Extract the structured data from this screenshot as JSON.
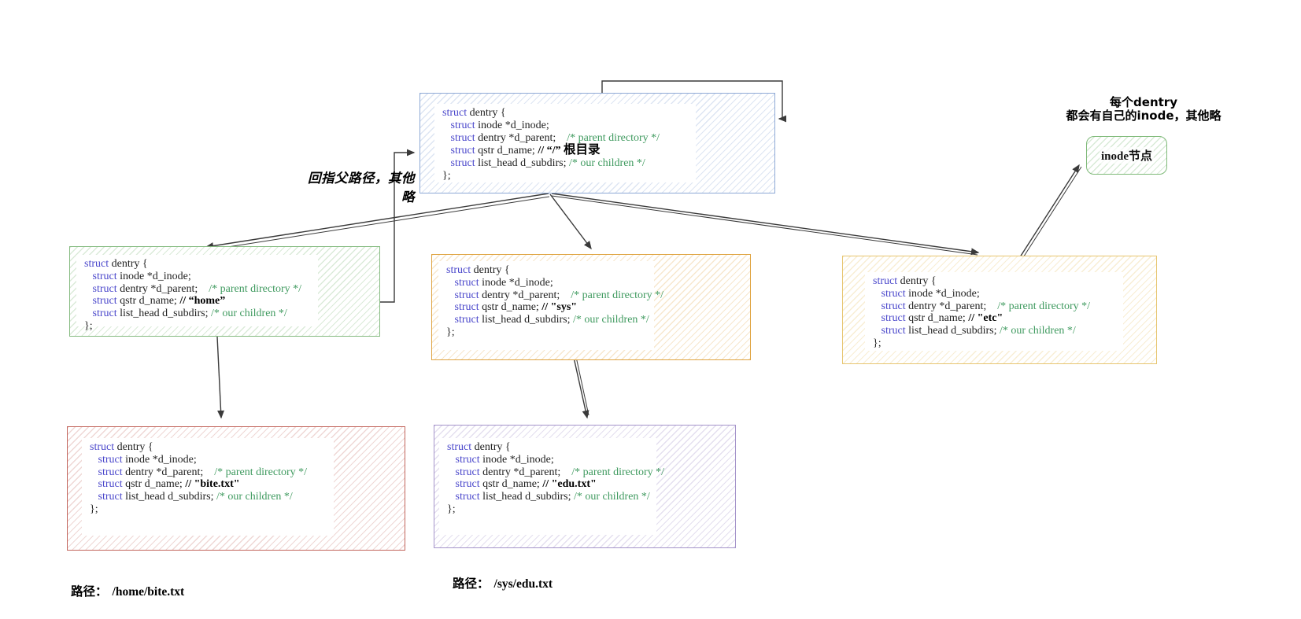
{
  "annotations": {
    "parent_back_note": "回指父路径，其他略",
    "inode_note_line1": "每个dentry",
    "inode_note_line2": "都会有自己的inode，其他略"
  },
  "inode_box": {
    "label": "inode节点"
  },
  "path_labels": [
    {
      "label": "路径：",
      "value": "/home/bite.txt"
    },
    {
      "label": "路径：",
      "value": "/sys/edu.txt"
    }
  ],
  "colors": {
    "keyword": "#4a47cb",
    "comment": "#3f9a5f",
    "plain_code": "#1f1f1f",
    "arrow": "#3a3a3a",
    "root_border": "#8ea9d6",
    "home_border": "#85bb80",
    "sys_border": "#dfa33f",
    "etc_border": "#e7c56f",
    "bite_border": "#c2655c",
    "edu_border": "#a594ca",
    "inode_border": "#7fba79"
  },
  "boxes": [
    {
      "id": "root",
      "dname_comment": "// “/” 根目录",
      "border": "#8ea9d6",
      "tint": "rgba(142,169,214,0.30)",
      "code": [
        [
          [
            "k",
            "struct"
          ],
          [
            "p",
            " dentry {"
          ]
        ],
        [
          [
            "p",
            "   "
          ],
          [
            "k",
            "struct"
          ],
          [
            "p",
            " inode *d_inode;"
          ]
        ],
        [
          [
            "p",
            "   "
          ],
          [
            "k",
            "struct"
          ],
          [
            "p",
            " dentry *d_parent;    "
          ],
          [
            "c",
            "/* parent directory */"
          ]
        ],
        [
          [
            "p",
            "   "
          ],
          [
            "k",
            "struct"
          ],
          [
            "p",
            " qstr d_name; "
          ],
          [
            "b",
            "// “/” "
          ],
          [
            "z",
            "根目录"
          ]
        ],
        [
          [
            "p",
            "   "
          ],
          [
            "k",
            "struct"
          ],
          [
            "p",
            " list_head d_subdirs; "
          ],
          [
            "c",
            "/* our children */"
          ]
        ],
        [
          [
            "p",
            "};"
          ]
        ]
      ]
    },
    {
      "id": "home",
      "dname_comment": "// “home”",
      "border": "#85bb80",
      "tint": "rgba(133,187,128,0.30)",
      "code": [
        [
          [
            "k",
            "struct"
          ],
          [
            "p",
            " dentry {"
          ]
        ],
        [
          [
            "p",
            "   "
          ],
          [
            "k",
            "struct"
          ],
          [
            "p",
            " inode *d_inode;"
          ]
        ],
        [
          [
            "p",
            "   "
          ],
          [
            "k",
            "struct"
          ],
          [
            "p",
            " dentry *d_parent;    "
          ],
          [
            "c",
            "/* parent directory */"
          ]
        ],
        [
          [
            "p",
            "   "
          ],
          [
            "k",
            "struct"
          ],
          [
            "p",
            " qstr d_name; "
          ],
          [
            "b",
            "// “home”"
          ]
        ],
        [
          [
            "p",
            "   "
          ],
          [
            "k",
            "struct"
          ],
          [
            "p",
            " list_head d_subdirs; "
          ],
          [
            "c",
            "/* our children */"
          ]
        ],
        [
          [
            "p",
            "};"
          ]
        ]
      ]
    },
    {
      "id": "sys",
      "dname_comment": "// \"sys\"",
      "border": "#dfa33f",
      "tint": "rgba(223,163,63,0.26)",
      "code": [
        [
          [
            "k",
            "struct"
          ],
          [
            "p",
            " dentry {"
          ]
        ],
        [
          [
            "p",
            "   "
          ],
          [
            "k",
            "struct"
          ],
          [
            "p",
            " inode *d_inode;"
          ]
        ],
        [
          [
            "p",
            "   "
          ],
          [
            "k",
            "struct"
          ],
          [
            "p",
            " dentry *d_parent;    "
          ],
          [
            "c",
            "/* parent directory */"
          ]
        ],
        [
          [
            "p",
            "   "
          ],
          [
            "k",
            "struct"
          ],
          [
            "p",
            " qstr d_name; "
          ],
          [
            "b",
            "// \"sys\""
          ]
        ],
        [
          [
            "p",
            "   "
          ],
          [
            "k",
            "struct"
          ],
          [
            "p",
            " list_head d_subdirs; "
          ],
          [
            "c",
            "/* our children */"
          ]
        ],
        [
          [
            "p",
            "};"
          ]
        ]
      ]
    },
    {
      "id": "etc",
      "dname_comment": "// \"etc\"",
      "border": "#e7c56f",
      "tint": "rgba(231,197,111,0.30)",
      "code": [
        [
          [
            "k",
            "struct"
          ],
          [
            "p",
            " dentry {"
          ]
        ],
        [
          [
            "p",
            "   "
          ],
          [
            "k",
            "struct"
          ],
          [
            "p",
            " inode *d_inode;"
          ]
        ],
        [
          [
            "p",
            "   "
          ],
          [
            "k",
            "struct"
          ],
          [
            "p",
            " dentry *d_parent;    "
          ],
          [
            "c",
            "/* parent directory */"
          ]
        ],
        [
          [
            "p",
            "   "
          ],
          [
            "k",
            "struct"
          ],
          [
            "p",
            " qstr d_name; "
          ],
          [
            "b",
            "// \"etc\""
          ]
        ],
        [
          [
            "p",
            "   "
          ],
          [
            "k",
            "struct"
          ],
          [
            "p",
            " list_head d_subdirs; "
          ],
          [
            "c",
            "/* our children */"
          ]
        ],
        [
          [
            "p",
            "};"
          ]
        ]
      ]
    },
    {
      "id": "bite",
      "dname_comment": "// \"bite.txt\"",
      "border": "#c2655c",
      "tint": "rgba(194,101,92,0.26)",
      "code": [
        [
          [
            "k",
            "struct"
          ],
          [
            "p",
            " dentry {"
          ]
        ],
        [
          [
            "p",
            "   "
          ],
          [
            "k",
            "struct"
          ],
          [
            "p",
            " inode *d_inode;"
          ]
        ],
        [
          [
            "p",
            "   "
          ],
          [
            "k",
            "struct"
          ],
          [
            "p",
            " dentry *d_parent;    "
          ],
          [
            "c",
            "/* parent directory */"
          ]
        ],
        [
          [
            "p",
            "   "
          ],
          [
            "k",
            "struct"
          ],
          [
            "p",
            " qstr d_name; "
          ],
          [
            "b",
            "// \"bite.txt\""
          ]
        ],
        [
          [
            "p",
            "   "
          ],
          [
            "k",
            "struct"
          ],
          [
            "p",
            " list_head d_subdirs; "
          ],
          [
            "c",
            "/* our children */"
          ]
        ],
        [
          [
            "p",
            "};"
          ]
        ]
      ]
    },
    {
      "id": "edu",
      "dname_comment": "// \"edu.txt\"",
      "border": "#a594ca",
      "tint": "rgba(165,148,202,0.30)",
      "code": [
        [
          [
            "k",
            "struct"
          ],
          [
            "p",
            " dentry {"
          ]
        ],
        [
          [
            "p",
            "   "
          ],
          [
            "k",
            "struct"
          ],
          [
            "p",
            " inode *d_inode;"
          ]
        ],
        [
          [
            "p",
            "   "
          ],
          [
            "k",
            "struct"
          ],
          [
            "p",
            " dentry *d_parent;    "
          ],
          [
            "c",
            "/* parent directory */"
          ]
        ],
        [
          [
            "p",
            "   "
          ],
          [
            "k",
            "struct"
          ],
          [
            "p",
            " qstr d_name; "
          ],
          [
            "b",
            "// \"edu.txt\""
          ]
        ],
        [
          [
            "p",
            "   "
          ],
          [
            "k",
            "struct"
          ],
          [
            "p",
            " list_head d_subdirs; "
          ],
          [
            "c",
            "/* our children */"
          ]
        ],
        [
          [
            "p",
            "};"
          ]
        ]
      ]
    }
  ]
}
